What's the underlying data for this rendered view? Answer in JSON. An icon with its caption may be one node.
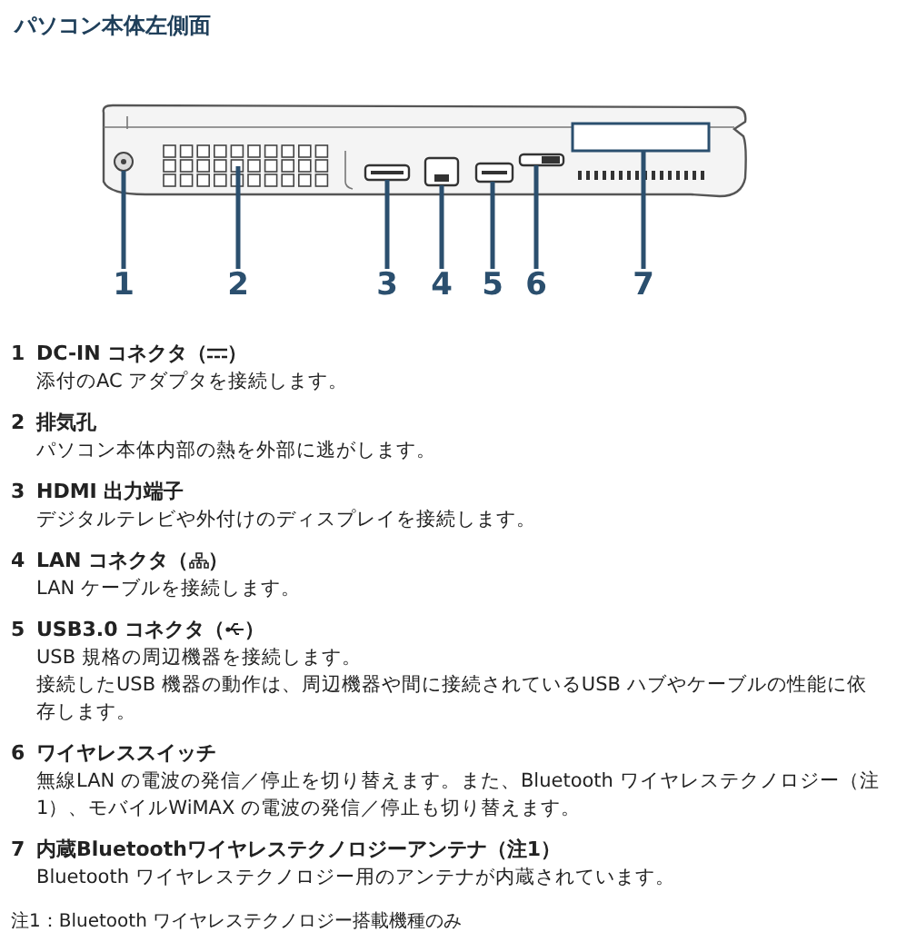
{
  "diagram": {
    "title": "パソコン本体左側面",
    "nodes": [
      {
        "text": [],
        "shape": "circle"
      },
      {
        "text": [],
        "shape": "box"
      },
      {
        "text": [],
        "shape": "box"
      },
      {
        "text": [],
        "shape": "box"
      },
      {
        "text": [],
        "shape": "box"
      },
      {
        "text": [],
        "shape": "box"
      },
      {
        "text": [],
        "shape": "box"
      },
      {
        "text": [
          "1"
        ]
      },
      {
        "text": [
          "2"
        ]
      },
      {
        "text": [
          "3"
        ]
      },
      {
        "text": [
          "4"
        ]
      },
      {
        "text": [
          "5"
        ]
      },
      {
        "text": [
          "6"
        ]
      },
      {
        "text": [
          "7"
        ]
      }
    ],
    "edges": [
      {
        "from": 7,
        "to": 0,
        "arrow": "none"
      },
      {
        "from": 8,
        "to": 1,
        "arrow": "none"
      },
      {
        "from": 9,
        "to": 2,
        "arrow": "none"
      },
      {
        "from": 10,
        "to": 3,
        "arrow": "none"
      },
      {
        "from": 11,
        "to": 4,
        "arrow": "none"
      },
      {
        "from": 12,
        "to": 5,
        "arrow": "none"
      },
      {
        "from": 13,
        "to": 6,
        "arrow": "none"
      }
    ],
    "labels": [
      "1",
      "DC-IN コネクタ（　）",
      "添付のAC アダプタを接続します。",
      "2",
      "排気孔",
      "パソコン本体内部の熱を外部に逃がします。",
      "3",
      "HDMI 出力端子",
      "デジタルテレビや外付けのディスプレイを接続します。",
      "4",
      "LAN コネクタ（　）",
      "LAN ケーブルを接続します。",
      "5",
      "USB3.0 コネクタ（　）",
      "USB 規格の周辺機器を接続します。",
      "接続したUSB 機器の動作は、周辺機器や間に接続されているUSB ハブやケーブルの性能に依存します。",
      "6",
      "ワイヤレススイッチ",
      "無線LAN の電波の発信／停止を切り替えます。また、Bluetooth ワイヤレステクノロジー（注1）、モバイルWiMAX の電波の発信／停止も切り替えます。",
      "7",
      "内蔵Bluetoothワイヤレステクノロジーアンテナ（注1）",
      "Bluetooth ワイヤレステクノロジー用のアンテナが内蔵されています。",
      "注1：Bluetooth ワイヤレステクノロジー搭載機種のみ"
    ]
  }
}
